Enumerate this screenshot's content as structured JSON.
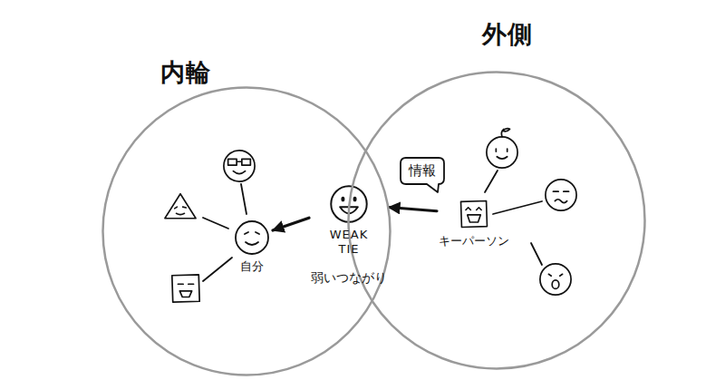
{
  "diagram": {
    "nodes": [
      {
        "text": [
          "内輪"
        ]
      },
      {
        "text": [
          "自分"
        ],
        "in": 0
      },
      {
        "text": [
          "WEAK TIE",
          "弱いつながり"
        ]
      },
      {
        "text": [
          "情報"
        ]
      },
      {
        "text": [
          "外側"
        ]
      },
      {
        "text": [
          "キーパーソン"
        ],
        "in": 4
      }
    ],
    "edges": [
      {
        "from": 5,
        "to": 2,
        "arrow": "to"
      },
      {
        "from": 2,
        "to": 1,
        "arrow": "to"
      }
    ]
  }
}
